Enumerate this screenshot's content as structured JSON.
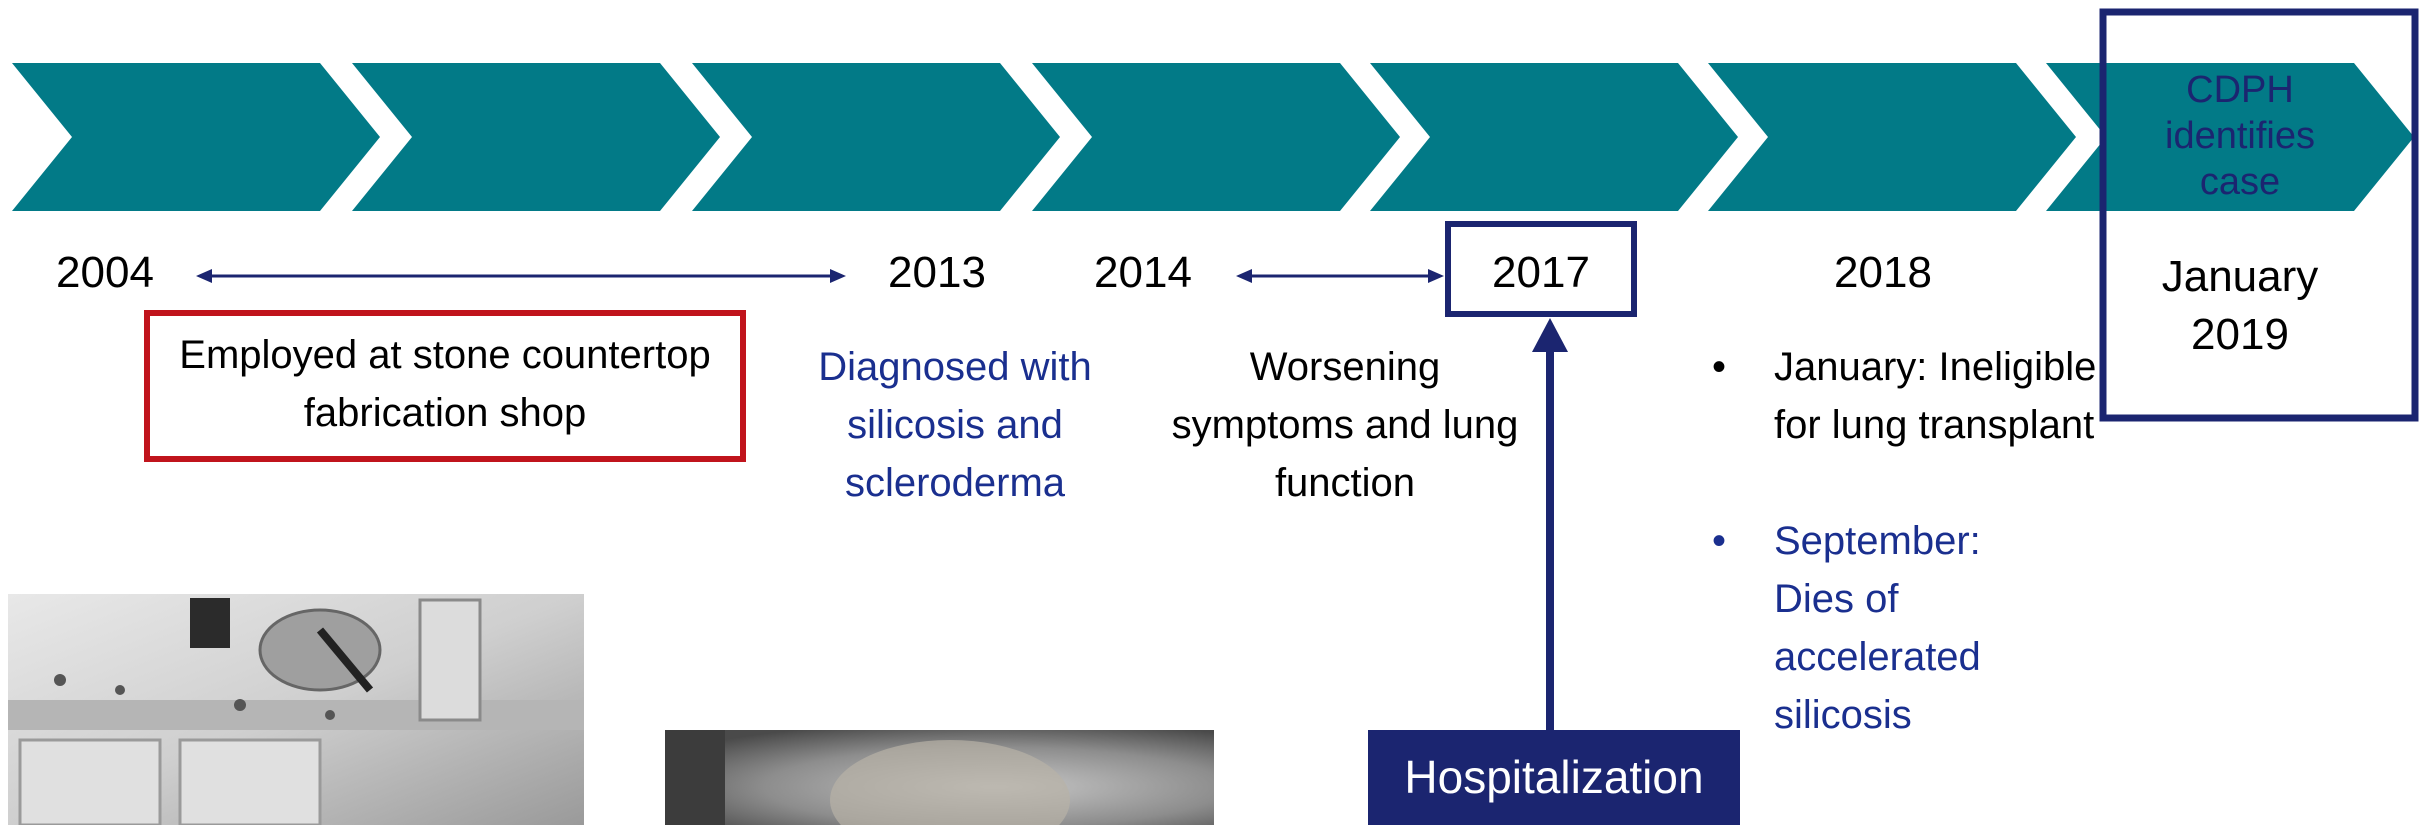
{
  "colors": {
    "chevron": "#027a87",
    "navy": "#1b2570",
    "red": "#c0141c",
    "blue_text": "#1a2f8f"
  },
  "timeline": {
    "final_stage_label": "CDPH identifies case",
    "years": {
      "y2004": "2004",
      "y2013": "2013",
      "y2014": "2014",
      "y2017": "2017",
      "y2018": "2018",
      "y2019": "January 2019"
    },
    "events": {
      "employed": "Employed at stone countertop fabrication shop",
      "diagnosed": "Diagnosed with silicosis and scleroderma",
      "worsening": "Worsening symptoms and lung function",
      "hospitalization": "Hospitalization"
    },
    "bullets_2018": [
      {
        "text": "January: Ineligible for lung transplant",
        "color": "#000000"
      },
      {
        "text": "September: Dies of accelerated silicosis",
        "color": "#1a2f8f"
      }
    ],
    "bullet_glyph": "•"
  },
  "images": {
    "countertop_photo": "countertop-photo",
    "dust_photo": "dust-photo"
  }
}
